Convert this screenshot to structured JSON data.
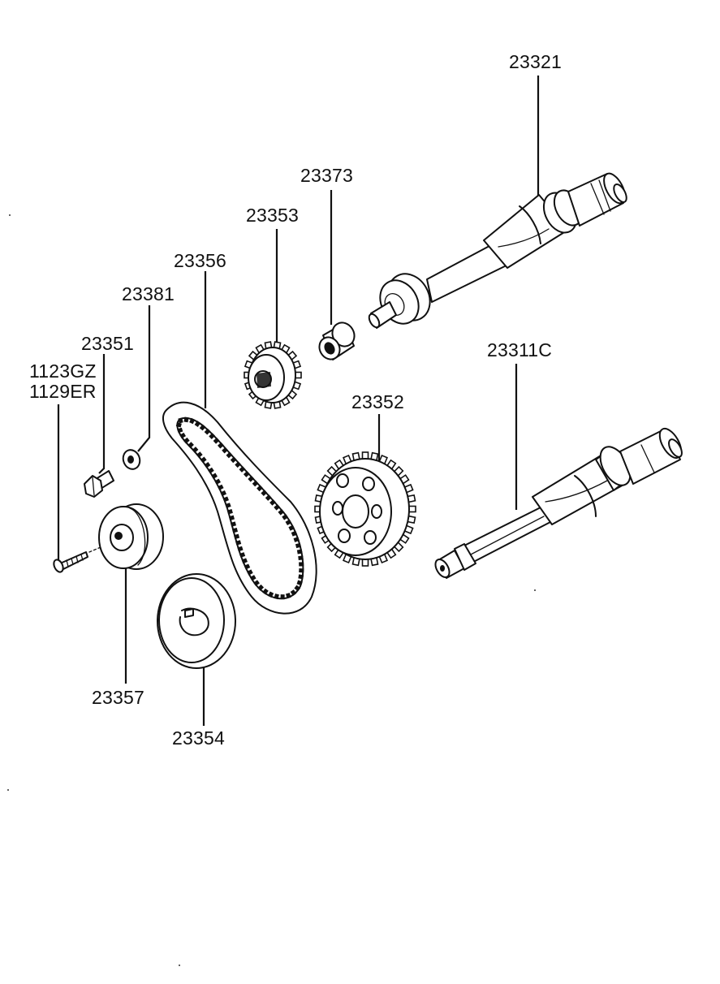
{
  "labels": {
    "p23321": "23321",
    "p23373": "23373",
    "p23353": "23353",
    "p23356": "23356",
    "p23381": "23381",
    "p23351": "23351",
    "p1123gz": "1123GZ",
    "p1129er": "1129ER",
    "p23352": "23352",
    "p23311c": "23311C",
    "p23357": "23357",
    "p23354": "23354"
  }
}
